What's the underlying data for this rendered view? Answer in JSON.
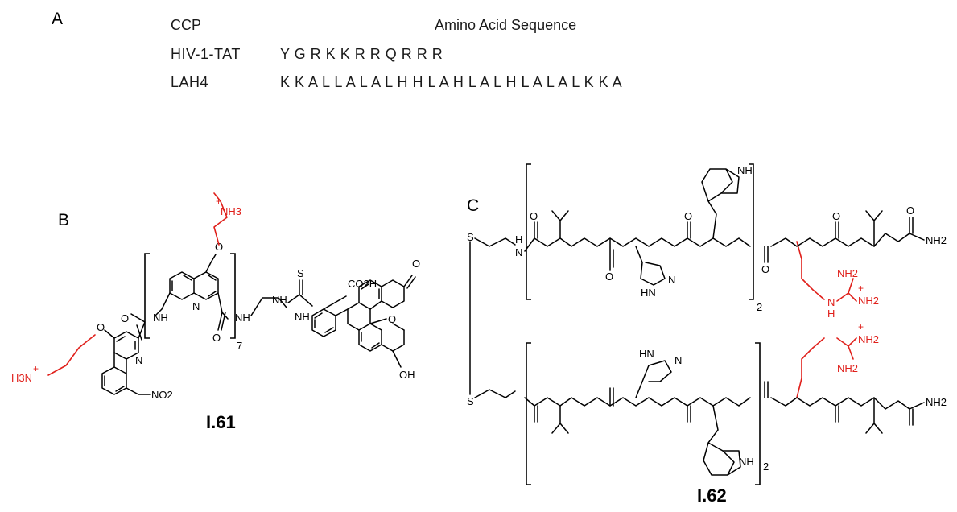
{
  "panel_a": {
    "letter": "A",
    "header_left": "CCP",
    "header_right": "Amino Acid Sequence",
    "rows": [
      {
        "name": "HIV-1-TAT",
        "sequence": "Y G R K K R R Q R R R"
      },
      {
        "name": "LAH4",
        "sequence": "K K A L L A L A L H H L A H L A L H L A L A L K K A"
      }
    ]
  },
  "panel_b": {
    "letter": "B",
    "compound": "I.61",
    "labels": {
      "nh3": "NH3",
      "plus": "+",
      "h3n": "H3N",
      "o": "O",
      "nh": "NH",
      "n": "N",
      "no2": "NO2",
      "repeat": "7",
      "s": "S",
      "co2h": "CO2H",
      "oh": "OH"
    }
  },
  "panel_c": {
    "letter": "C",
    "compound": "I.62",
    "labels": {
      "s": "S",
      "h": "H",
      "n": "N",
      "o": "O",
      "nh": "NH",
      "hn": "HN",
      "nh2": "NH2",
      "plus": "+",
      "repeat": "2"
    }
  },
  "colors": {
    "black": "#000000",
    "red": "#e0201b"
  }
}
